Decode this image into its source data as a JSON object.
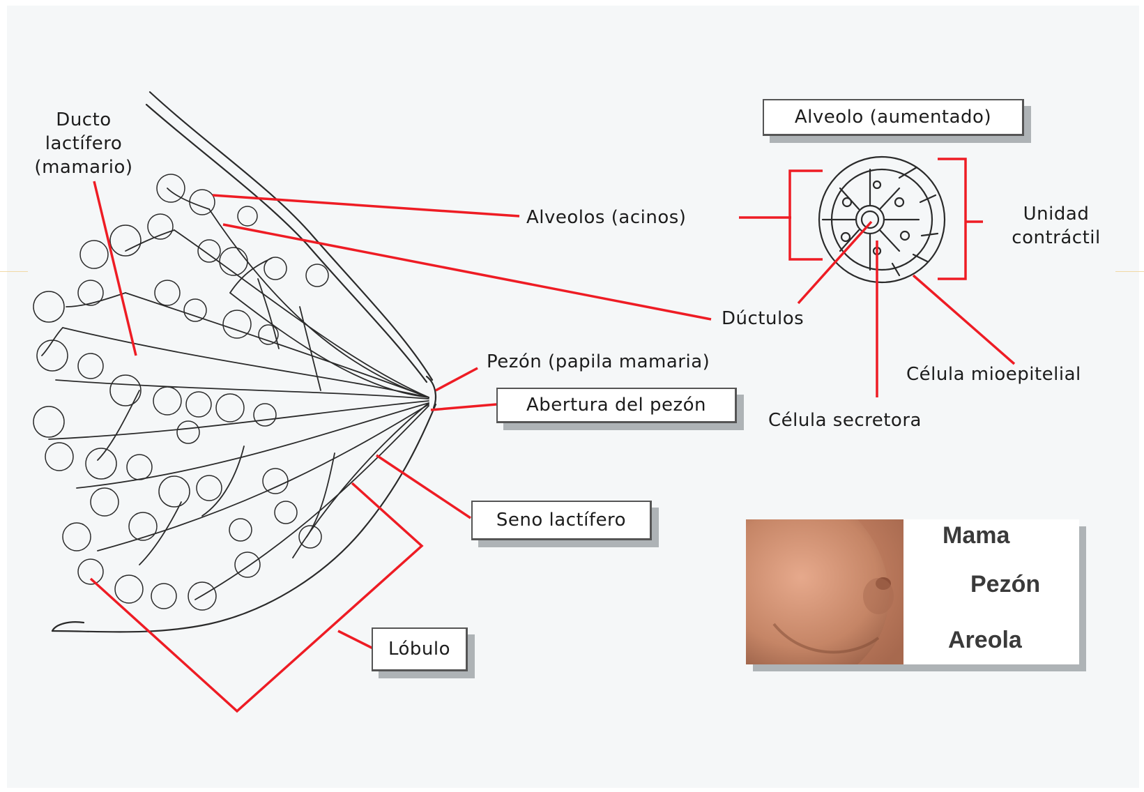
{
  "labels": {
    "ducto": [
      "Ducto",
      "lactífero",
      "(mamario)"
    ],
    "alveolo_title": "Alveolo (aumentado)",
    "alveolos": "Alveolos (acinos)",
    "unidad": [
      "Unidad",
      "contráctil"
    ],
    "ductulos": "Dúctulos",
    "pezon_papila": "Pezón (papila mamaria)",
    "abertura": "Abertura del pezón",
    "celula_mioepitelial": "Célula mioepitelial",
    "celula_secretora": "Célula secretora",
    "seno": "Seno lactífero",
    "lobulo": "Lóbulo"
  },
  "photo_labels": {
    "mama": "Mama",
    "pezon": "Pezón",
    "areola": "Areola"
  },
  "colors": {
    "leader": "#ee1c24",
    "ink": "#1c1c1c",
    "skin": "#c9876a"
  }
}
